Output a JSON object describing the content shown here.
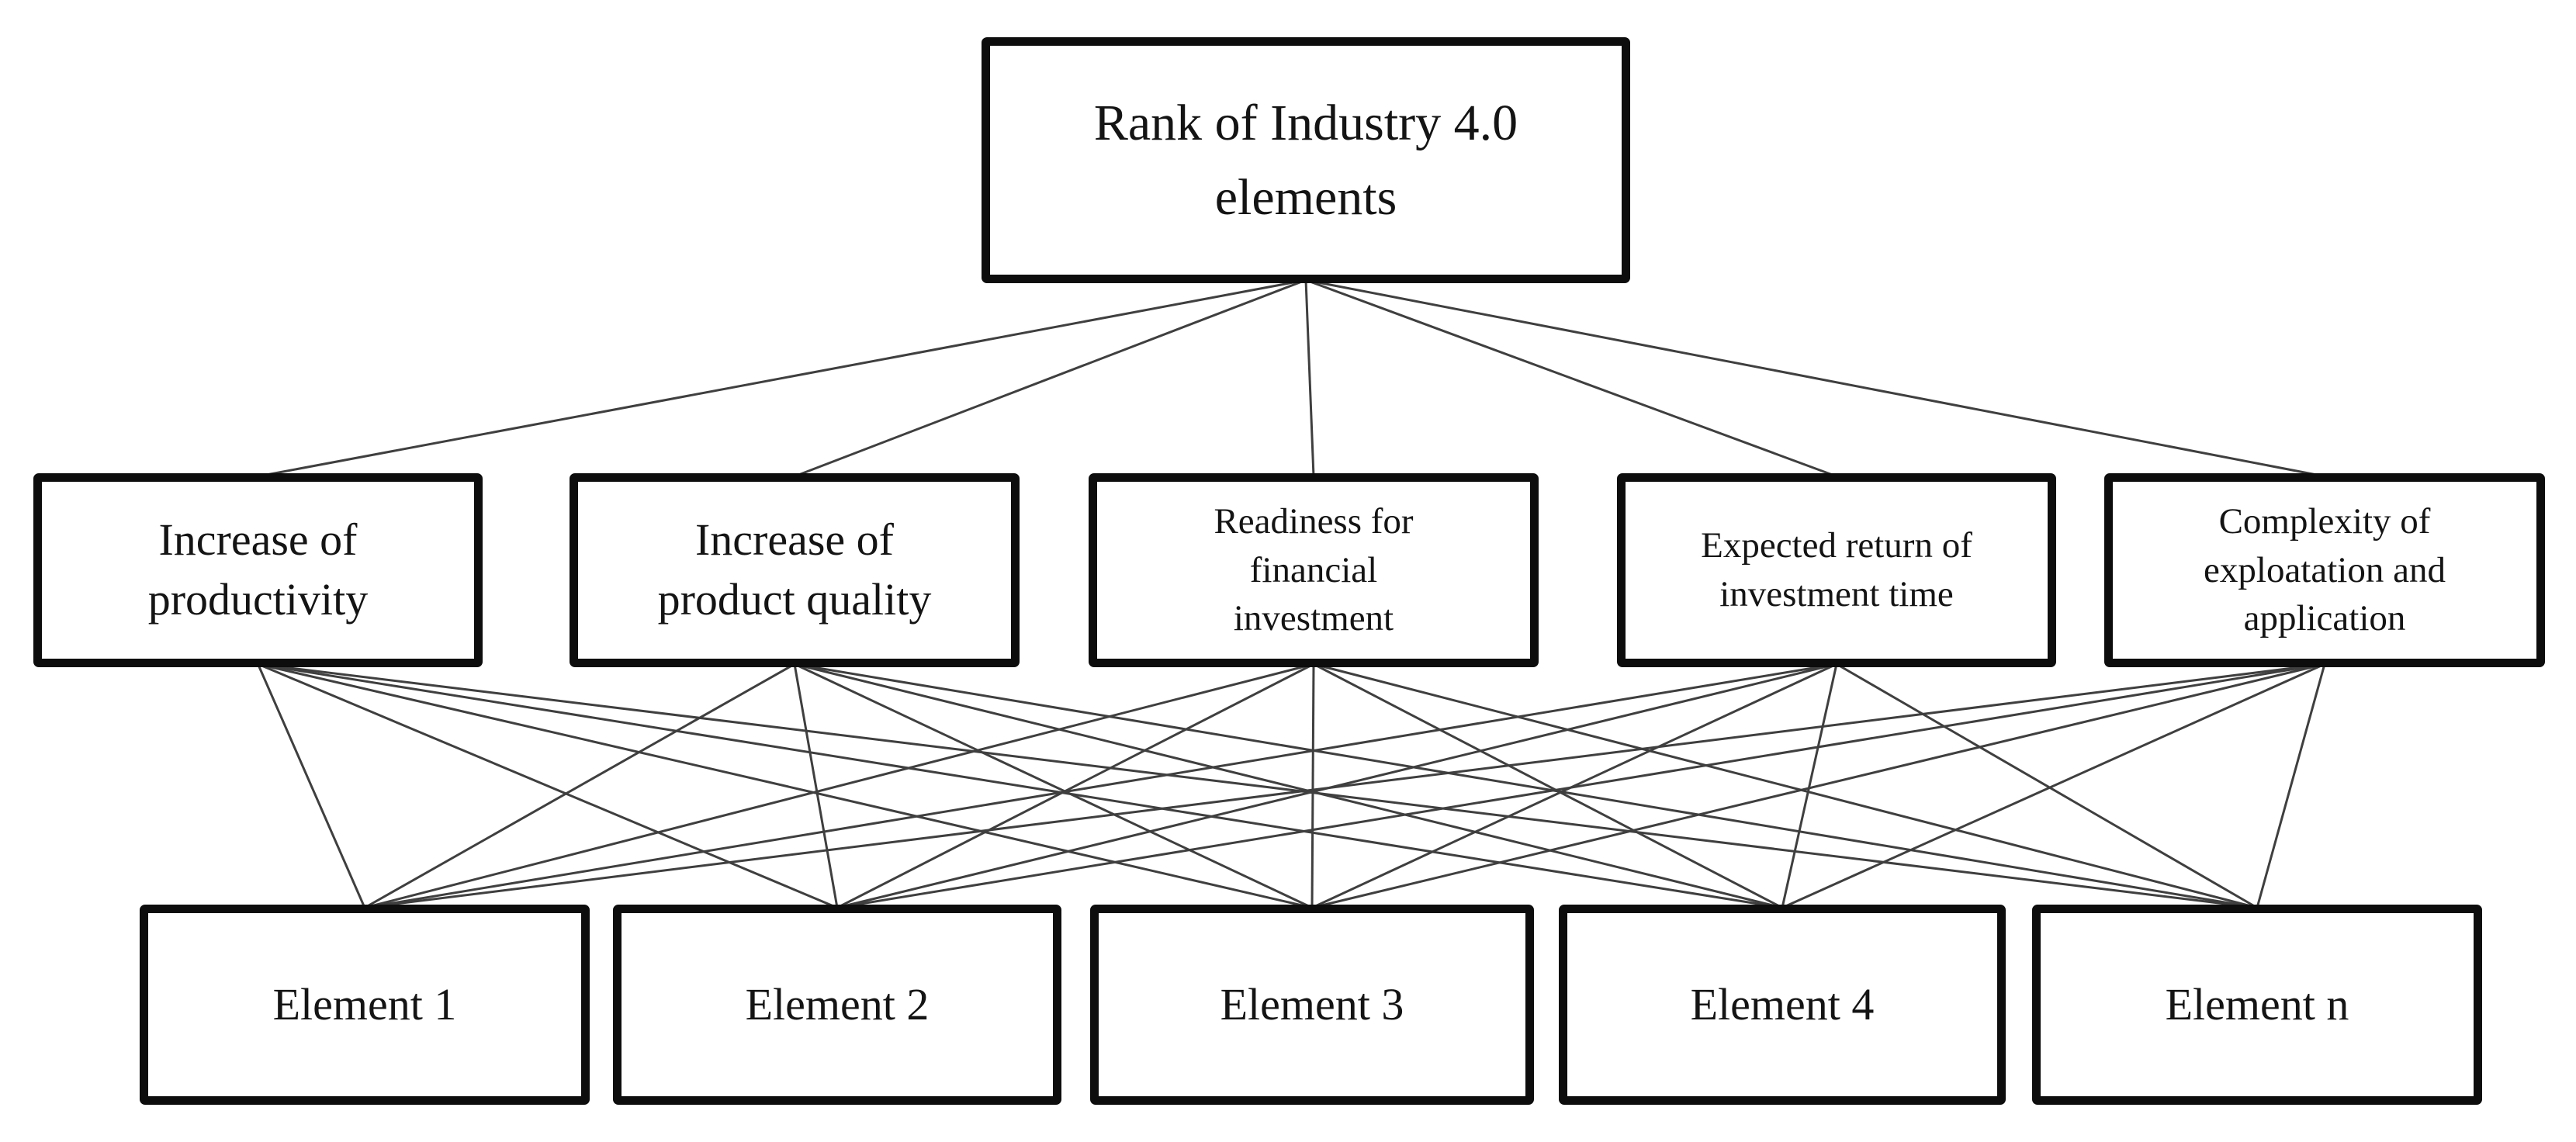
{
  "figure": {
    "type": "hierarchy-diagram",
    "description": "AHP hierarchy for ranking Industry 4.0 elements: goal level, criteria level, alternatives level, fully connected between adjacent levels",
    "colors": {
      "background": "#ffffff",
      "box_fill": "#ffffff",
      "box_border": "#0d0d0d",
      "text": "#141414",
      "line": "#3f3f3f"
    }
  },
  "nodes": {
    "goal": {
      "id": "goal",
      "label": "Rank of Industry 4.0\nelements"
    },
    "criteria": [
      {
        "id": "c1",
        "label": "Increase of\nproductivity"
      },
      {
        "id": "c2",
        "label": "Increase of\nproduct quality"
      },
      {
        "id": "c3",
        "label": "Readiness for\nfinancial\ninvestment"
      },
      {
        "id": "c4",
        "label": "Expected return of\ninvestment time"
      },
      {
        "id": "c5",
        "label": "Complexity of\nexploatation and\napplication"
      }
    ],
    "elements": [
      {
        "id": "e1",
        "label": "Element 1"
      },
      {
        "id": "e2",
        "label": "Element 2"
      },
      {
        "id": "e3",
        "label": "Element 3"
      },
      {
        "id": "e4",
        "label": "Element 4"
      },
      {
        "id": "e5",
        "label": "Element n"
      }
    ]
  },
  "edges": [
    [
      "goal",
      "c1"
    ],
    [
      "goal",
      "c2"
    ],
    [
      "goal",
      "c3"
    ],
    [
      "goal",
      "c4"
    ],
    [
      "goal",
      "c5"
    ],
    [
      "c1",
      "e1"
    ],
    [
      "c1",
      "e2"
    ],
    [
      "c1",
      "e3"
    ],
    [
      "c1",
      "e4"
    ],
    [
      "c1",
      "e5"
    ],
    [
      "c2",
      "e1"
    ],
    [
      "c2",
      "e2"
    ],
    [
      "c2",
      "e3"
    ],
    [
      "c2",
      "e4"
    ],
    [
      "c2",
      "e5"
    ],
    [
      "c3",
      "e1"
    ],
    [
      "c3",
      "e2"
    ],
    [
      "c3",
      "e3"
    ],
    [
      "c3",
      "e4"
    ],
    [
      "c3",
      "e5"
    ],
    [
      "c4",
      "e1"
    ],
    [
      "c4",
      "e2"
    ],
    [
      "c4",
      "e3"
    ],
    [
      "c4",
      "e4"
    ],
    [
      "c4",
      "e5"
    ],
    [
      "c5",
      "e1"
    ],
    [
      "c5",
      "e2"
    ],
    [
      "c5",
      "e3"
    ],
    [
      "c5",
      "e4"
    ],
    [
      "c5",
      "e5"
    ]
  ],
  "line_style": {
    "stroke_width": 3
  }
}
